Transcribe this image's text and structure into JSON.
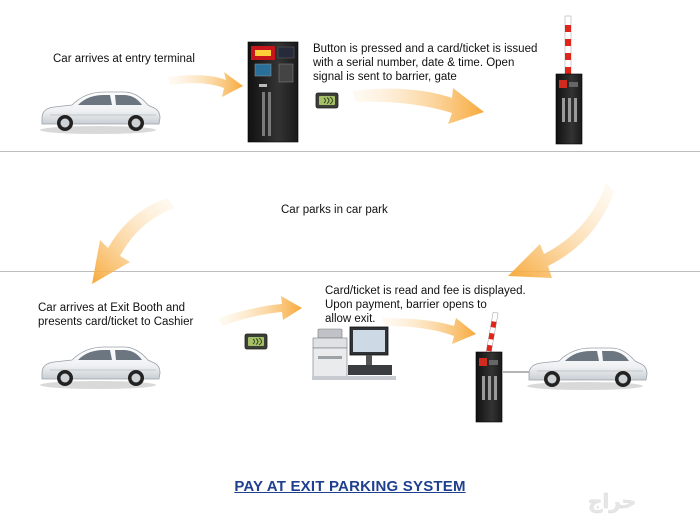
{
  "steps": {
    "entry": "Car arrives at entry terminal",
    "issue": "Button is pressed and a card/ticket is issued\nwith a serial number, date & time. Open\nsignal  is sent to barrier, gate",
    "park": "Car parks in car park",
    "exit_booth": "Car arrives at Exit Booth and\npresents card/ticket to Cashier",
    "payment": "Card/ticket is read and fee is displayed.\nUpon payment, barrier opens to\nallow exit."
  },
  "title": "PAY AT EXIT PARKING SYSTEM",
  "watermark": "حراج",
  "colors": {
    "arrow": "#f7a93b",
    "title": "#1f3f8f",
    "barrier_red": "#e0261b",
    "terminal_body": "#222222"
  }
}
